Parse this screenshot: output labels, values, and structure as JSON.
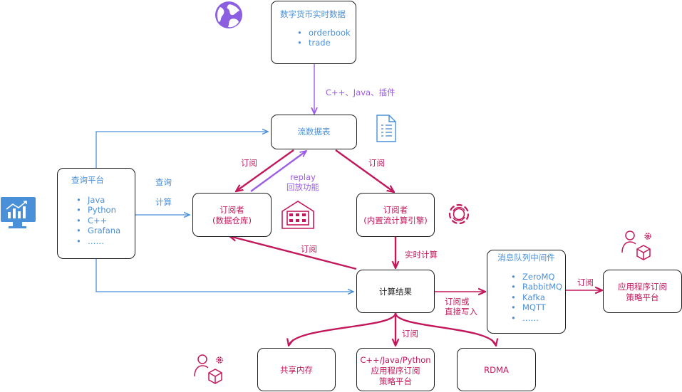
{
  "source": {
    "title": "数字货币实时数据",
    "items": [
      "orderbook",
      "trade"
    ]
  },
  "source_edge_label": "C++、Java、插件",
  "stream_table": {
    "title": "流数据表"
  },
  "query_platform": {
    "title": "查询平台",
    "items": [
      "Java",
      "Python",
      "C++",
      "Grafana",
      "……"
    ]
  },
  "query_label": "查询",
  "compute_label": "计算",
  "subscriber_warehouse": {
    "line1": "订阅者",
    "line2": "(数据仓库)"
  },
  "subscriber_engine": {
    "line1": "订阅者",
    "line2": "(内置流计算引擎)"
  },
  "subscribe_label_left": "订阅",
  "subscribe_label_right": "订阅",
  "replay_label": {
    "line1": "replay",
    "line2": "回放功能"
  },
  "subscribe_back_label": "订阅",
  "realtime_compute_label": "实时计算",
  "compute_result": {
    "title": "计算结果"
  },
  "mq_middleware": {
    "title": "消息队列中间件",
    "items": [
      "ZeroMQ",
      "RabbitMQ",
      "Kafka",
      "MQTT",
      "……"
    ]
  },
  "subscribe_or_write_label": {
    "line1": "订阅或",
    "line2": "直接写入"
  },
  "mq_subscribe_label": "订阅",
  "app_platform": {
    "line1": "应用程序订阅",
    "line2": "策略平台"
  },
  "bottom_subscribe_label": "订阅",
  "shared_memory": {
    "title": "共享内存"
  },
  "app_lang_platform": {
    "line1": "C++/Java/Python",
    "line2": "应用程序订阅",
    "line3": "策略平台"
  },
  "rdma": {
    "title": "RDMA"
  },
  "icons": [
    "globe-icon",
    "document-icon",
    "database-icon",
    "gear-sync-icon",
    "monitor-chart-icon",
    "user-cube-icon"
  ],
  "colors": {
    "magenta": "#c2185b",
    "blue": "#4a90d9",
    "purple": "#9b5de5",
    "dark": "#1e1e1e"
  }
}
